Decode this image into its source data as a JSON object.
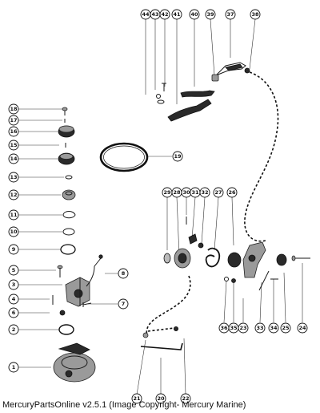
{
  "copyright": "MercuryPartsOnline v2.5.1 (Image Copyright- Mercury Marine)",
  "callouts": {
    "n1": "1",
    "n2": "2",
    "n3": "3",
    "n4": "4",
    "n5": "5",
    "n6": "6",
    "n7": "7",
    "n8": "8",
    "n9": "9",
    "n10": "10",
    "n11": "11",
    "n12": "12",
    "n13": "13",
    "n14": "14",
    "n15": "15",
    "n16": "16",
    "n17": "17",
    "n18": "18",
    "n19": "19",
    "n20": "20",
    "n21": "21",
    "n22": "22",
    "n23": "23",
    "n24": "24",
    "n25": "25",
    "n26": "26",
    "n27": "27",
    "n28": "28",
    "n29": "29",
    "n30": "30",
    "n31": "31",
    "n32": "32",
    "n33": "33",
    "n34": "34",
    "n35": "35",
    "n36": "36",
    "n37": "37",
    "n38": "38",
    "n39": "39",
    "n40": "40",
    "n41": "41",
    "n42": "42",
    "n43": "43",
    "n44": "44"
  }
}
